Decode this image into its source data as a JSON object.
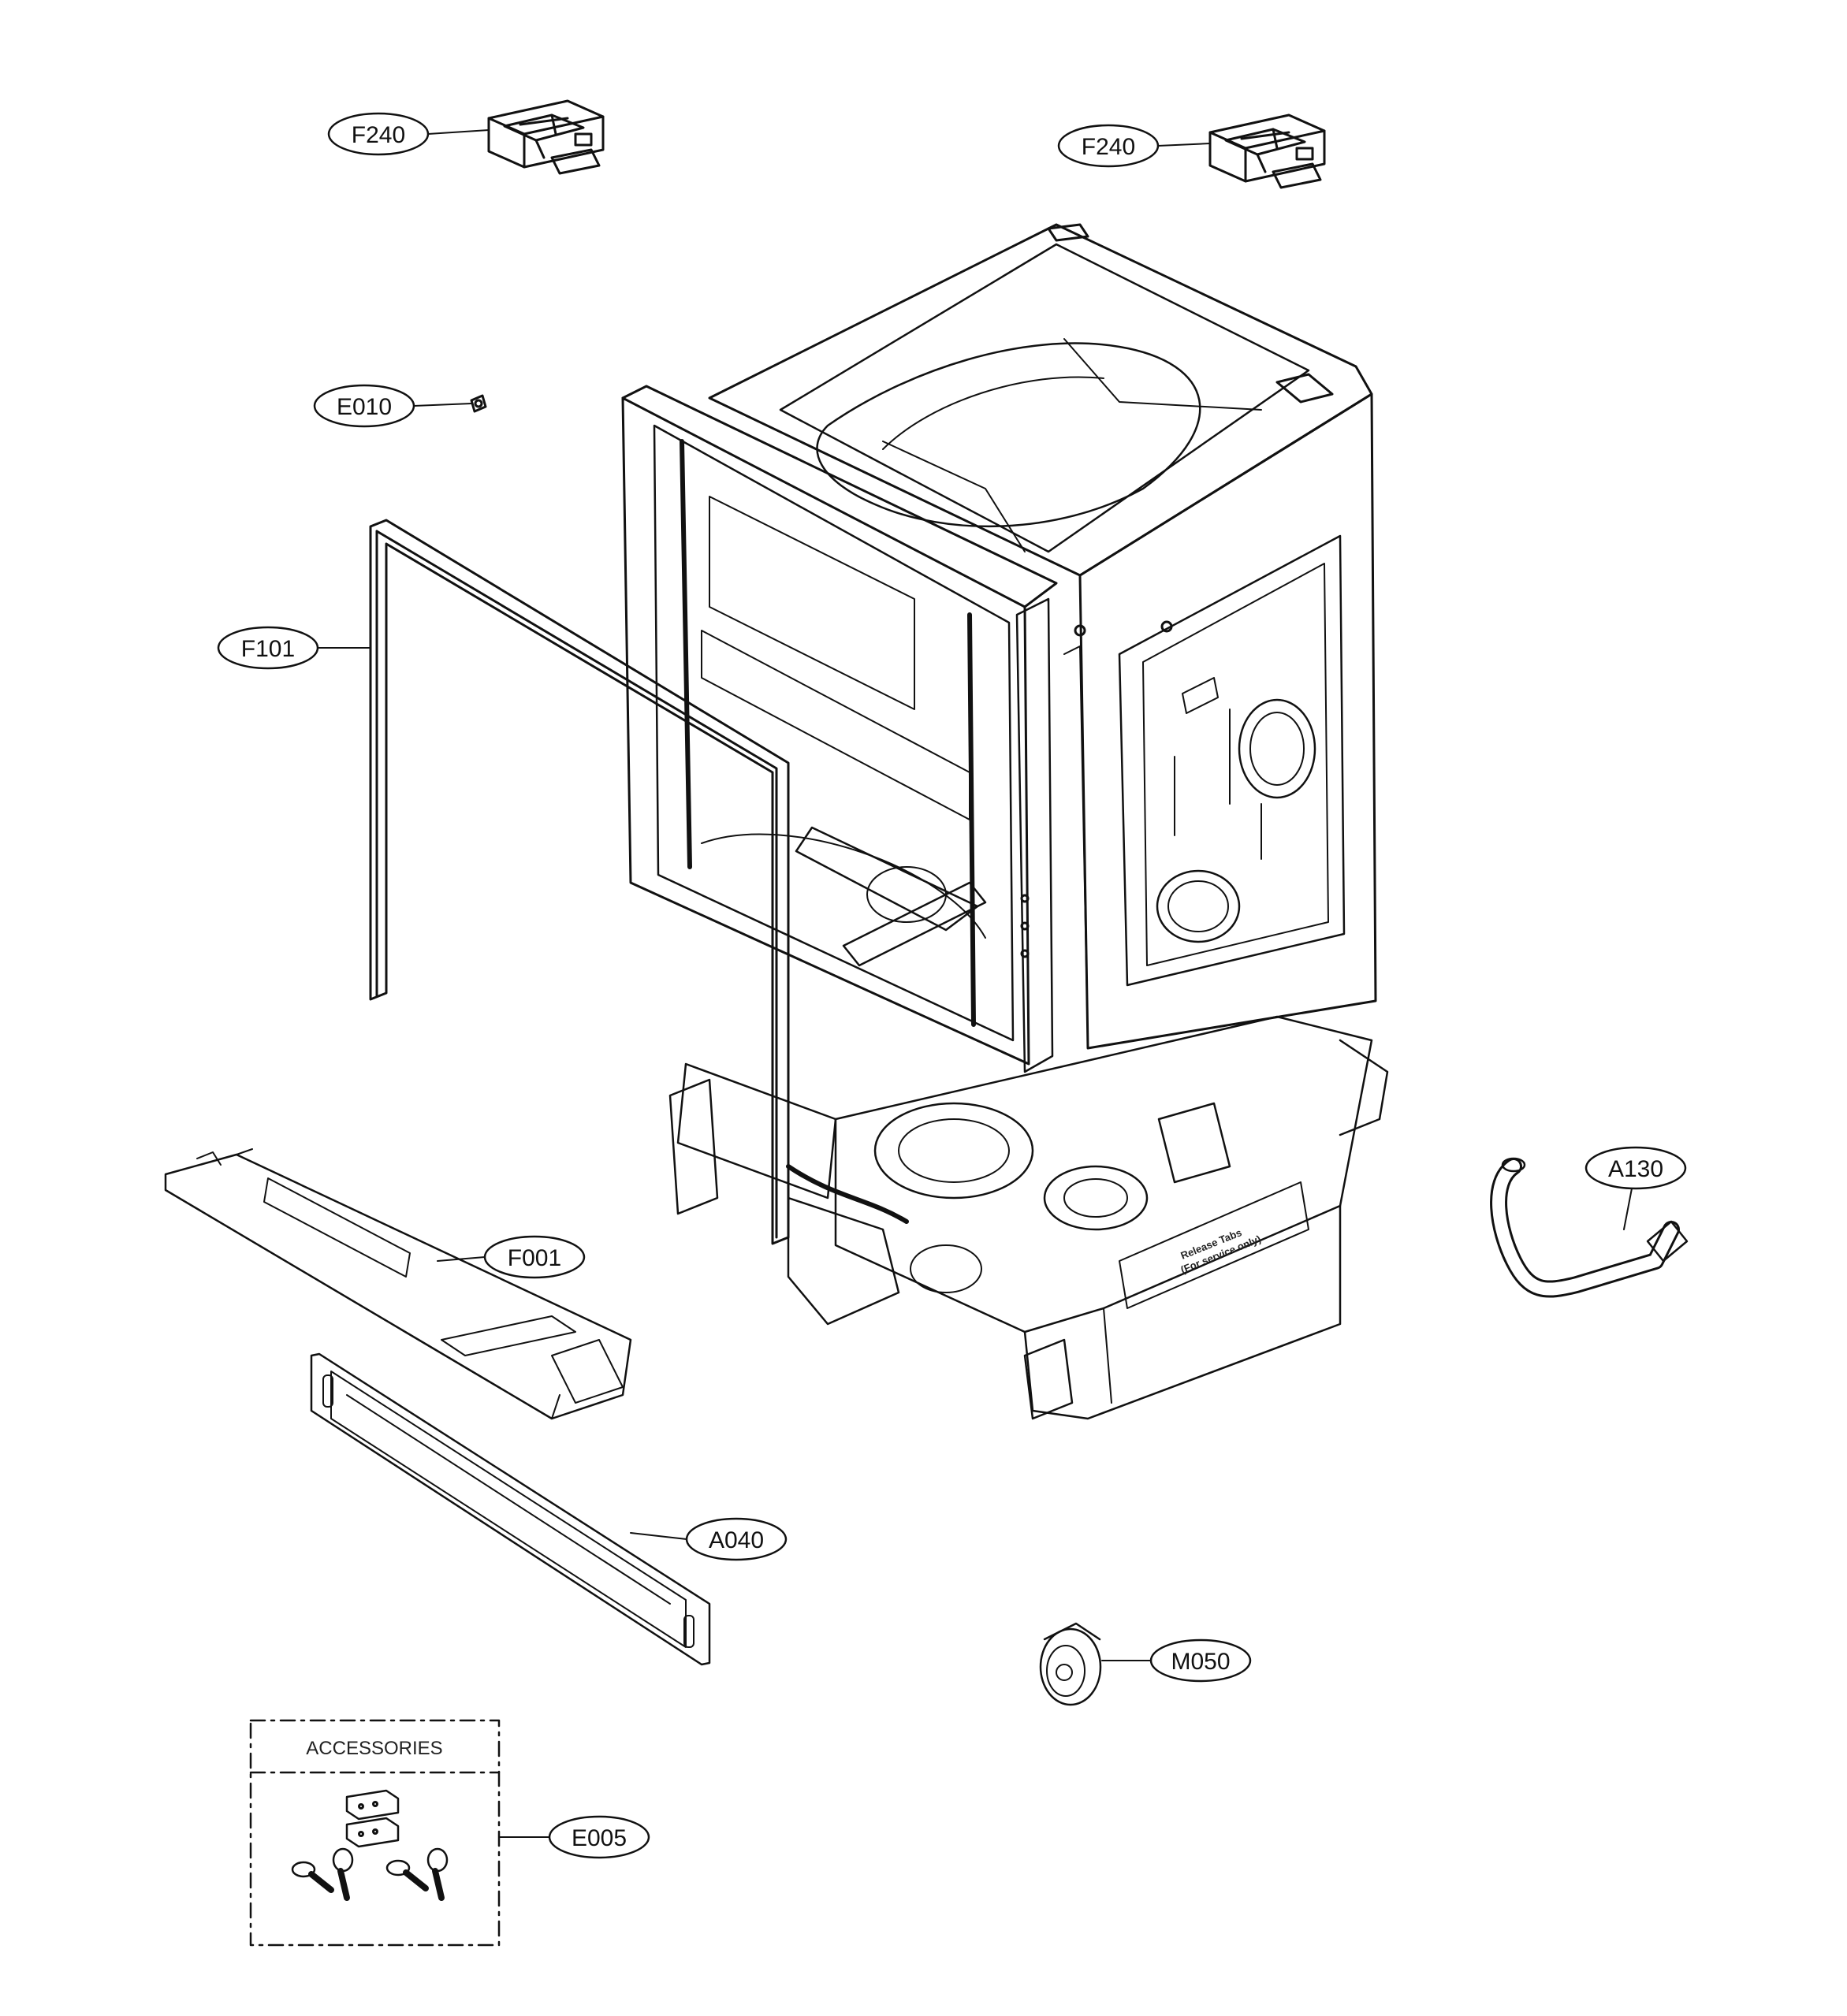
{
  "callouts": {
    "f240_left": "F240",
    "f240_right": "F240",
    "e010": "E010",
    "f101": "F101",
    "f001": "F001",
    "a040": "A040",
    "a130": "A130",
    "m050": "M050",
    "e005": "E005"
  },
  "accessories": {
    "title": "ACCESSORIES"
  },
  "part_text": {
    "release_tabs": "Release Tabs",
    "release_note": "(For service only)"
  },
  "colors": {
    "line": "#111111",
    "background": "#ffffff"
  }
}
